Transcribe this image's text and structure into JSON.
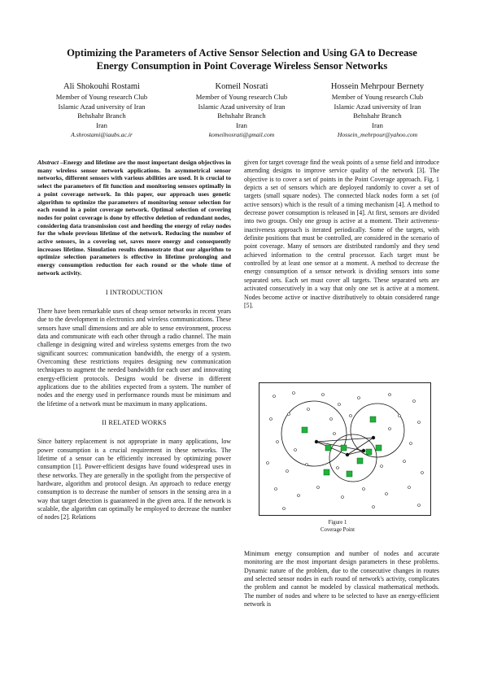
{
  "title": [
    "Optimizing the Parameters of Active Sensor Selection and Using GA to Decrease",
    "Energy Consumption in Point Coverage Wireless Sensor Networks"
  ],
  "authors": [
    {
      "name": "Ali Shokouhi Rostami",
      "affil": "Member of Young research Club",
      "univ": "Islamic Azad university of Iran",
      "branch": "Behshahr Branch",
      "country": "Iran",
      "email": "A.shrostami@iaubs.ac.ir"
    },
    {
      "name": "Komeil Nosrati",
      "affil": "Member of Young research Club",
      "univ": "Islamic Azad university of Iran",
      "branch": "Behshahr Branch",
      "country": "Iran",
      "email": "komeilnosrati@gmail.com"
    },
    {
      "name": "Hossein Mehrpour Bernety",
      "affil": "Member of Young research Club",
      "univ": "Islamic Azad university of Iran",
      "branch": "Behshahr Branch",
      "country": "Iran",
      "email": "Hossein_mehrpour@yahoo.com"
    }
  ],
  "abstract": {
    "lead": "Abstract",
    "text": " –Energy and lifetime are the most important design objectives in many wireless sensor network applications. In asymmetrical sensor networks, different sensors with various abilities are used. It is crucial to select the parameters of fit function and monitoring sensors optimally in a point coverage network. In this paper, our approach uses genetic algorithm to optimize the parameters of monitoring sensor selection for each round in a point coverage network. Optimal selection of covering nodes for point coverage is done by effective deletion of redundant nodes, considering data transmission cost and heeding the energy of relay nodes for the whole previous lifetime of the network. Reducing the number of active sensors, in a covering set, saves more energy and consequently increases lifetime. Simulation results demonstrate that our algorithm to optimize selection parameters is effective in lifetime prolonging and energy consumption reduction for each round or the whole time of network activity."
  },
  "sections": {
    "intro_heading": "I     INTRODUCTION",
    "intro_text": "There have been remarkable uses of cheap sensor networks in recent years due to the development in electronics and wireless communications. These sensors have small dimensions and are able to sense environment, process data and communicate with each other through a radio channel. The main challenge in designing wired and wireless systems emerges from the two significant sources: communication bandwidth, the energy of a system. Overcoming these restrictions requires designing new communication techniques to augment the needed bandwidth for each user and innovating energy-efficient protocols. Designs would be diverse in different applications due to the abilities expected from a system. The number of nodes and the energy used in performance rounds must be minimum and the lifetime of a network must be maximum in many applications.",
    "related_heading": "II  RELATED WORKS",
    "related_text": "Since battery replacement is not appropriate in many applications, low power consumption is a crucial requirement in these networks. The lifetime of a sensor can be efficiently increased by optimizing power consumption [1]. Power-efficient designs have found widespread uses in these networks. They are generally in the spotlight from the perspective of hardware, algorithm and protocol design. An approach to reduce energy consumption is to decrease the number of sensors in the sensing area in a way that target detection is guaranteed in the given area. If the network is scalable, the algorithm can optimally be employed to decrease the number of nodes [2]. Relations",
    "right_text_1": "given for target coverage find the weak points of a sense field and introduce amending designs to improve service quality of the network [3]. The objective is to cover a set of points in the Point Coverage approach. Fig. 1 depicts a set of sensors which are deployed randomly to cover a set of targets (small square nodes). The connected black nodes form a set (of active sensors) which is the result of a timing mechanism [4]. A method to decrease power consumption is released in [4]. At first, sensors are divided into two groups. Only one group is active at a moment. Their activeness-inactiveness approach is iterated periodically. Some of the targets, with definite positions that must be controlled, are considered in the scenario of point coverage. Many of sensors are distributed randomly and they send achieved information to the central processor. Each target must be controlled by at least one sensor at a moment. A method to decrease the energy consumption of a sensor network is dividing sensors into some separated sets. Each set must cover all targets. These separated sets are activated consecutively in a way that only one set is active at a moment. Nodes become active or inactive distributively to obtain considered range [5].",
    "right_text_2": "Minimum energy consumption and number of nodes and accurate monitoring are the most important design parameters in these problems. Dynamic nature of the problem, due to the consecutive changes in routes and selected sensor nodes in each round of network's activity, complicates the problem and cannot be modeled by classical mathematical methods. The number of nodes and where to be selected to have an energy-efficient network is"
  },
  "figure": {
    "label": "Figure 1",
    "caption": "Coverage Point",
    "colors": {
      "target": "#1fb43a",
      "line": "#111111"
    }
  }
}
